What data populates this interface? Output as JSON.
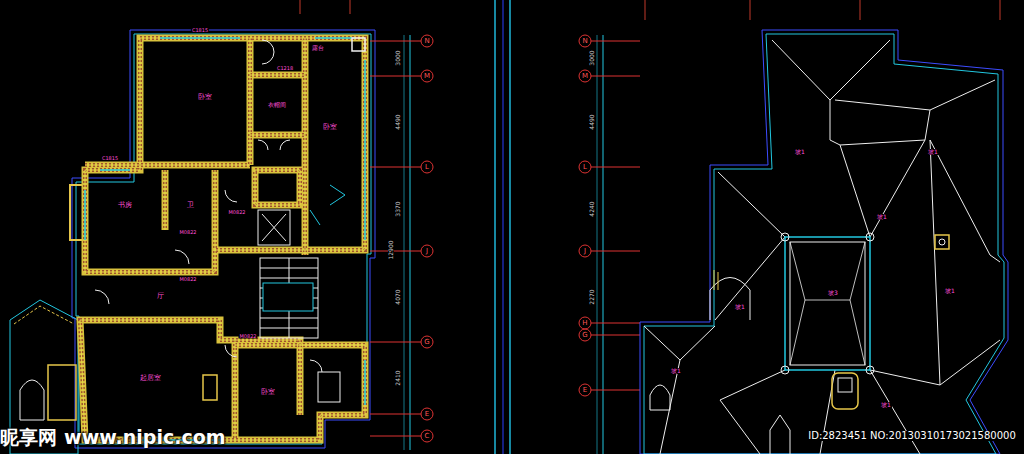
{
  "diagram": {
    "labels": [
      "昵享网 www.nipic.com",
      "ID:2823451 NO:20130310173021580000",
      "N",
      "M",
      "L",
      "J",
      "G",
      "E",
      "C",
      "N",
      "M",
      "L",
      "J",
      "H",
      "G",
      "E",
      "3000",
      "4490",
      "3370",
      "12900",
      "4070",
      "2410",
      "3000",
      "4490",
      "4240",
      "2270",
      "卧室",
      "衣帽间",
      "卧室",
      "书房",
      "卫",
      "露台",
      "厅",
      "起居室",
      "卧室",
      "M0822",
      "M0822",
      "M0822",
      "M0822",
      "C1218",
      "C1815",
      "C1815",
      "坡1",
      "坡1",
      "坡1",
      "坡1",
      "坡3",
      "坡1",
      "坡1",
      "坡1"
    ]
  }
}
